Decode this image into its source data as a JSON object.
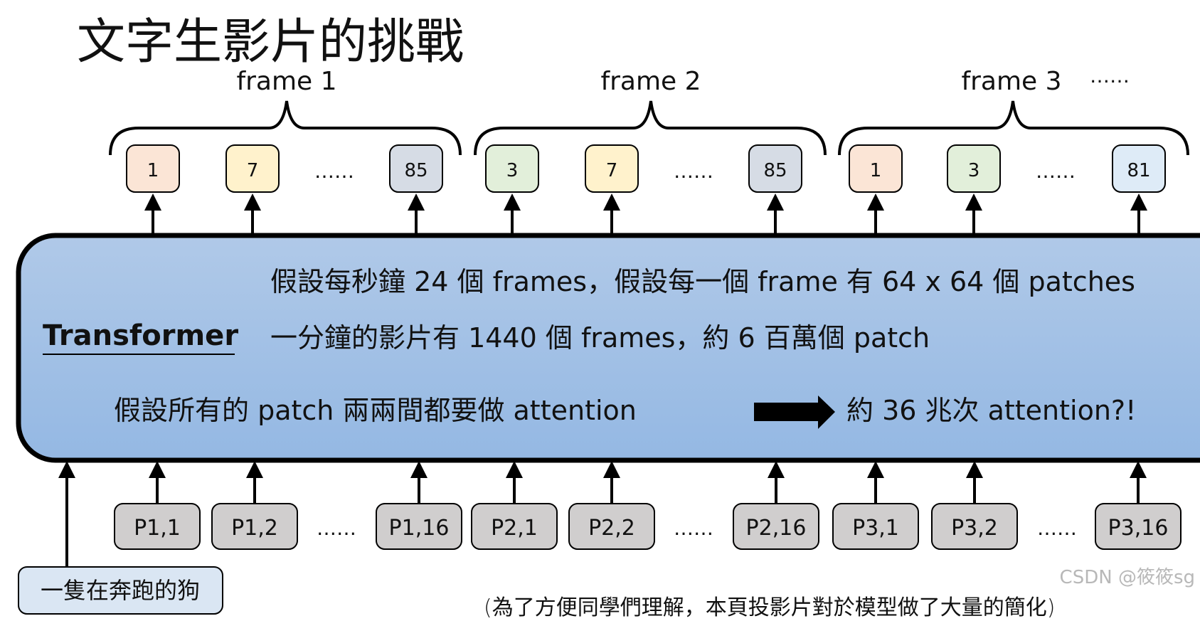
{
  "title": "文字生影片的挑戰",
  "frames": [
    {
      "label": "frame 1",
      "tokens": [
        {
          "value": "1",
          "color": "#fbe5d6"
        },
        {
          "value": "7",
          "color": "#fff2cc"
        },
        {
          "value": "……",
          "color": null
        },
        {
          "value": "85",
          "color": "#d6dce5"
        }
      ]
    },
    {
      "label": "frame 2",
      "tokens": [
        {
          "value": "3",
          "color": "#e2efda"
        },
        {
          "value": "7",
          "color": "#fff2cc"
        },
        {
          "value": "……",
          "color": null
        },
        {
          "value": "85",
          "color": "#d6dce5"
        }
      ]
    },
    {
      "label": "frame 3",
      "tokens": [
        {
          "value": "1",
          "color": "#fbe5d6"
        },
        {
          "value": "3",
          "color": "#e2efda"
        },
        {
          "value": "……",
          "color": null
        },
        {
          "value": "81",
          "color": "#deebf7"
        }
      ]
    }
  ],
  "frames_more": "……",
  "transformer": {
    "label": "Transformer",
    "line1": "假設每秒鐘 24 個 frames，假設每一個 frame 有 64 x 64 個 patches",
    "line2": "一分鐘的影片有 1440 個 frames，約 6 百萬個 patch",
    "line3_left": "假設所有的 patch 兩兩間都要做 attention",
    "line3_right": "約 36 兆次 attention?!",
    "fill_top": "#b0c9e8",
    "fill_bottom": "#94b8e3"
  },
  "patches": [
    [
      "P1,1",
      "P1,2",
      "……",
      "P1,16"
    ],
    [
      "P2,1",
      "P2,2",
      "……",
      "P2,16"
    ],
    [
      "P3,1",
      "P3,2",
      "……",
      "P3,16"
    ]
  ],
  "patch_color": "#d0cece",
  "prompt": {
    "text": "一隻在奔跑的狗",
    "color": "#dae6f3"
  },
  "footnote": "(為了方便同學們理解，本頁投影片對於模型做了大量的簡化)",
  "watermark": "CSDN @筱筱sg"
}
